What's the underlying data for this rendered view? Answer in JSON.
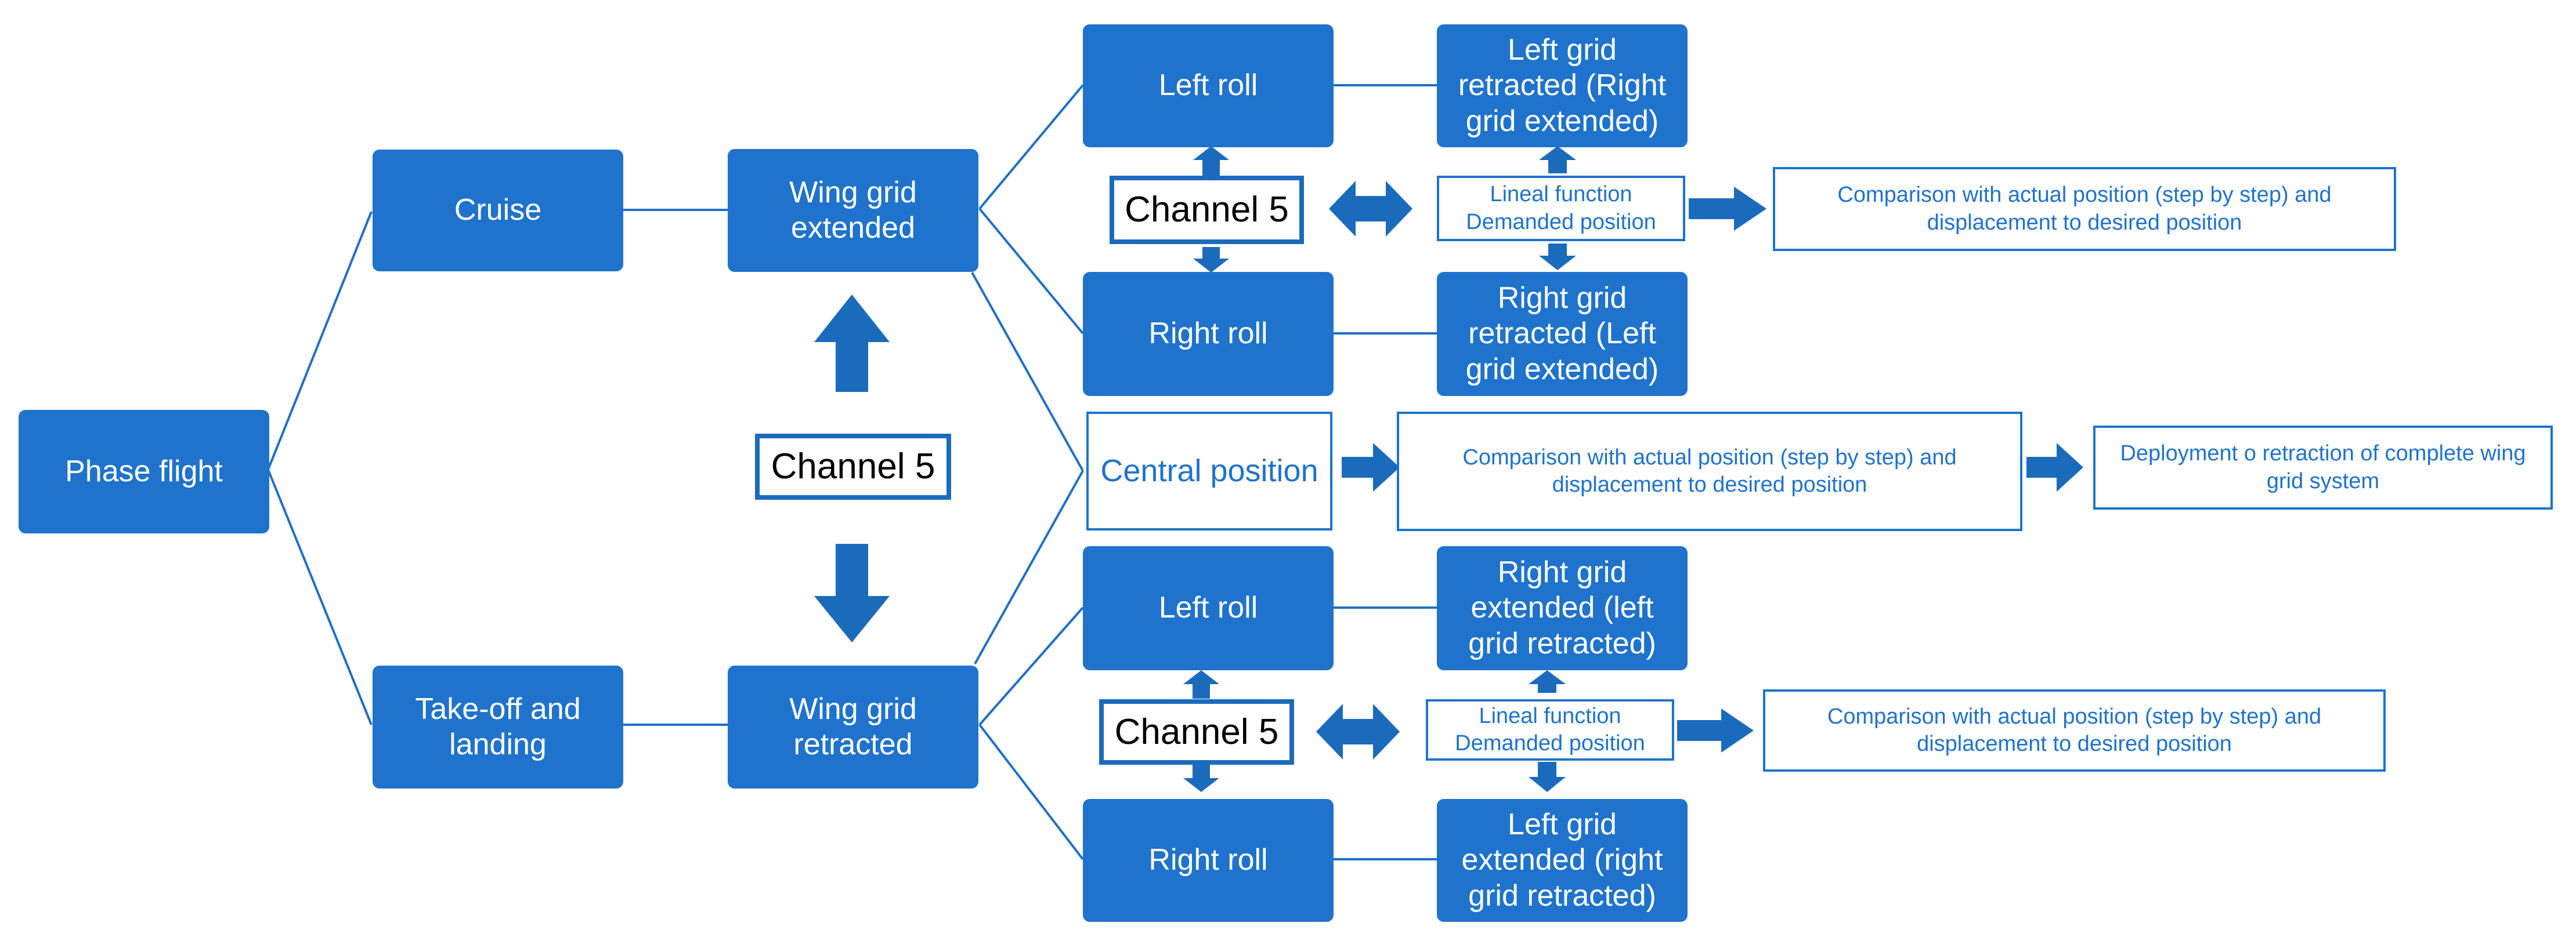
{
  "nodes": {
    "phase_flight": "Phase flight",
    "cruise": "Cruise",
    "takeoff_landing": "Take-off and landing",
    "wing_grid_extended": "Wing grid extended",
    "wing_grid_retracted": "Wing grid retracted",
    "channel5_center": "Channel 5",
    "channel5_top": "Channel 5",
    "channel5_bottom": "Channel 5",
    "left_roll_top": "Left roll",
    "right_roll_top": "Right roll",
    "left_roll_bottom": "Left roll",
    "right_roll_bottom": "Right roll",
    "central_position": "Central position",
    "left_grid_retracted": "Left grid retracted (Right grid extended)",
    "right_grid_retracted": "Right grid retracted (Left grid extended)",
    "right_grid_extended": "Right grid extended (left grid retracted)",
    "left_grid_extended": "Left grid extended (right grid retracted)",
    "lineal_top": "Lineal function Demanded position",
    "lineal_bottom": "Lineal function Demanded position",
    "comparison_top": "Comparison with actual position (step by step) and displacement to desired position",
    "comparison_center": "Comparison with actual position (step by step) and displacement to desired position",
    "comparison_bottom": "Comparison with actual position (step by step) and displacement to desired position",
    "deployment": "Deployment o retraction of complete wing grid system"
  },
  "colors": {
    "primary": "#1f73cc",
    "arrow": "#1b6bbd",
    "line": "#1f6fc6"
  }
}
